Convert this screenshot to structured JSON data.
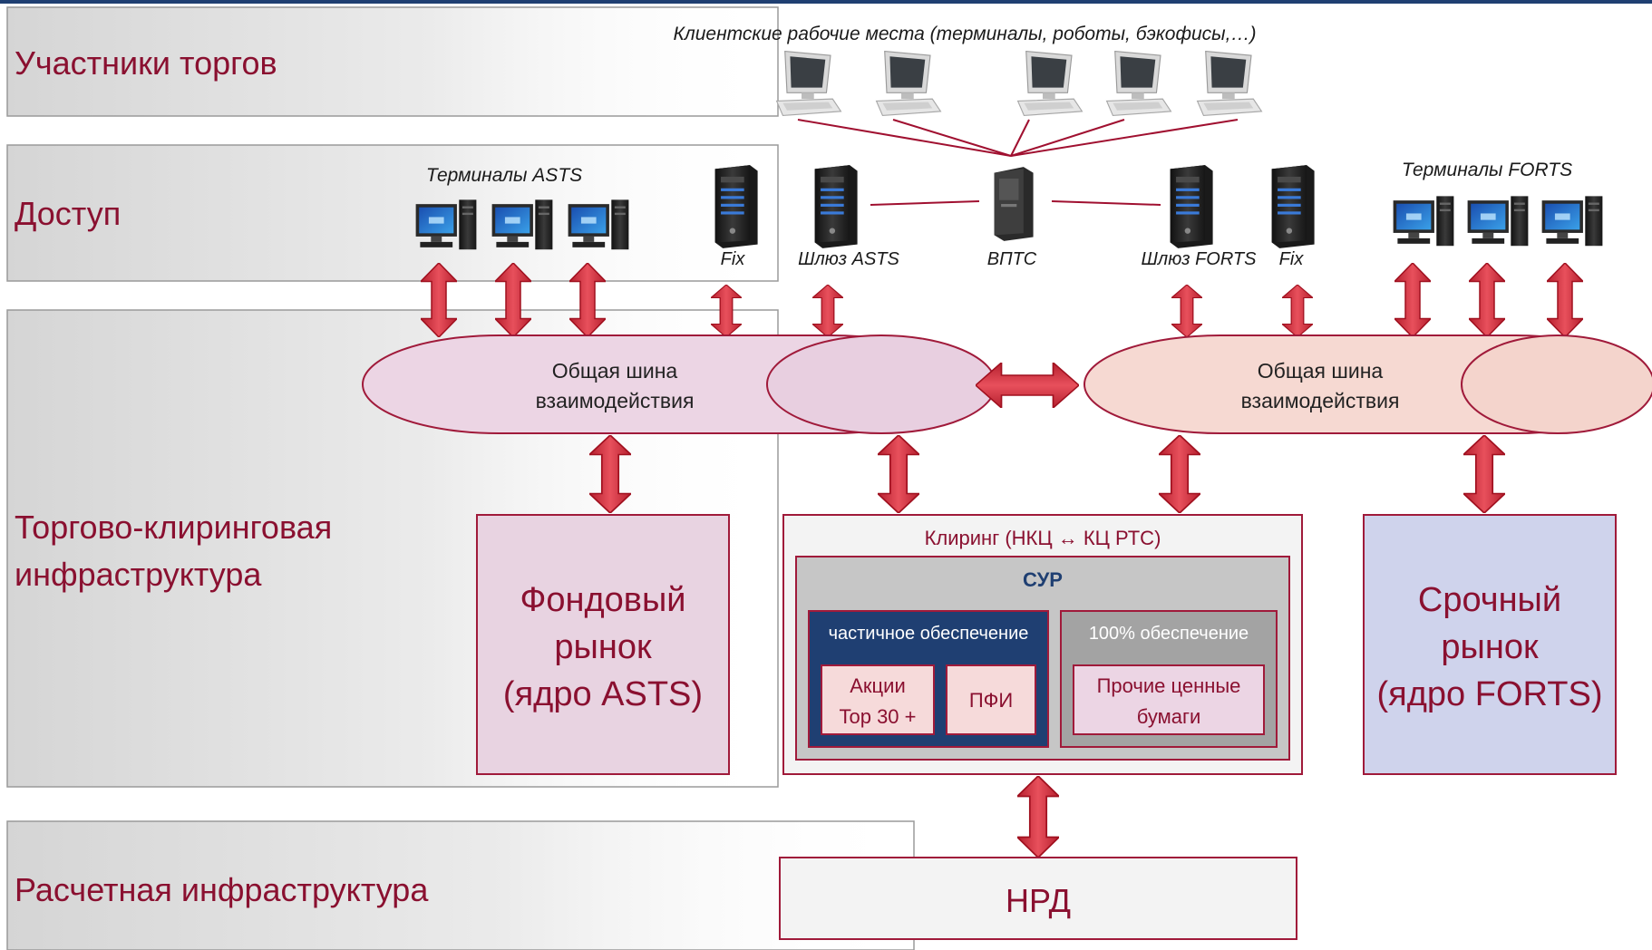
{
  "layers": {
    "participants": "Участники торгов",
    "access": "Доступ",
    "trading_line1": "Торгово-клиринговая",
    "trading_line2": "инфраструктура",
    "settlement": "Расчетная инфраструктура"
  },
  "captions": {
    "client_workplaces": "Клиентские рабочие места (терминалы, роботы, бэкофисы,…)",
    "asts_terminals": "Терминалы ASTS",
    "forts_terminals": "Терминалы  FORTS",
    "fix_left": "Fix",
    "gateway_asts": "Шлюз ASTS",
    "vpts": "ВПТС",
    "gateway_forts": "Шлюз FORTS",
    "fix_right": "Fix"
  },
  "bus_left": {
    "line1": "Общая шина",
    "line2": "взаимодействия"
  },
  "bus_right": {
    "line1": "Общая шина",
    "line2": "взаимодействия"
  },
  "stock_market": {
    "line1": "Фондовый",
    "line2": "рынок",
    "line3": "(ядро ASTS)"
  },
  "derivatives_market": {
    "line1": "Срочный",
    "line2": "рынок",
    "line3": "(ядро FORTS)"
  },
  "clearing": {
    "title": "Клиринг (НКЦ ↔ КЦ РТС)",
    "sur": "СУР",
    "partial": "частичное обеспечение",
    "full": "100% обеспечение",
    "shares_line1": "Акции",
    "shares_line2": "Top 30 +",
    "pfi": "ПФИ",
    "other_line1": "Прочие ценные",
    "other_line2": "бумаги"
  },
  "nrd": "НРД",
  "colors": {
    "label": "#8a1030",
    "arrow": "#d4303e",
    "bus_left_fill": "#ecd5e4",
    "bus_right_fill": "#f6d9d2",
    "stock_fill": "#e8d3e1",
    "derivatives_fill": "#cfd3ec",
    "partial_fill": "#1f3f72",
    "sur_fill": "#c6c6c6"
  },
  "icons": [
    "desktop-computer-icon",
    "server-tower-icon",
    "monitor-terminal-icon"
  ]
}
